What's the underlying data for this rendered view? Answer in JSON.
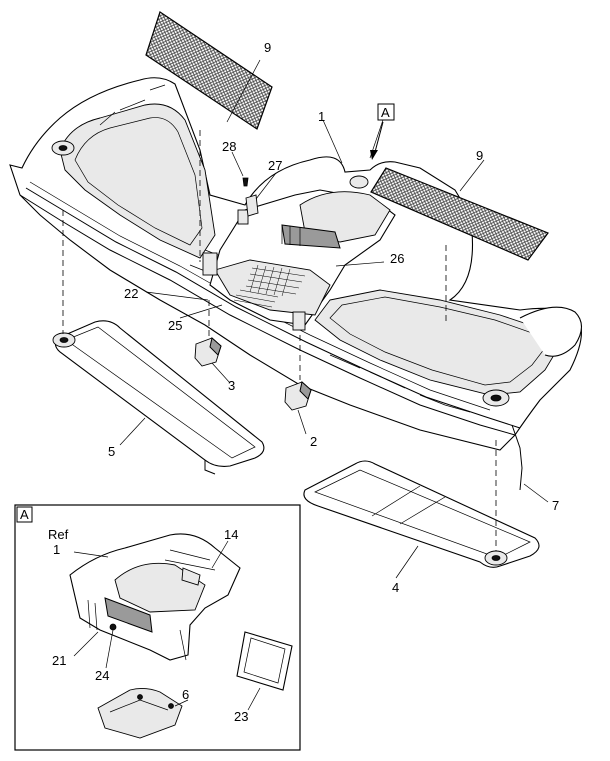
{
  "callouts": {
    "c1": "1",
    "c2": "2",
    "c3": "3",
    "c4": "4",
    "c5": "5",
    "c6": "6",
    "c7": "7",
    "c9a": "9",
    "c9b": "9",
    "c14": "14",
    "c21": "21",
    "c22": "22",
    "c23": "23",
    "c24": "24",
    "c25": "25",
    "c26": "26",
    "c27": "27",
    "c28": "28",
    "ref_word": "Ref",
    "ref_num": "1"
  },
  "view_labels": {
    "top_flag": "A",
    "inset_flag": "A"
  },
  "colors": {
    "line": "#000000",
    "paper": "#ffffff",
    "panel_shade": "#e9e9e9",
    "mesh": "#444444"
  }
}
